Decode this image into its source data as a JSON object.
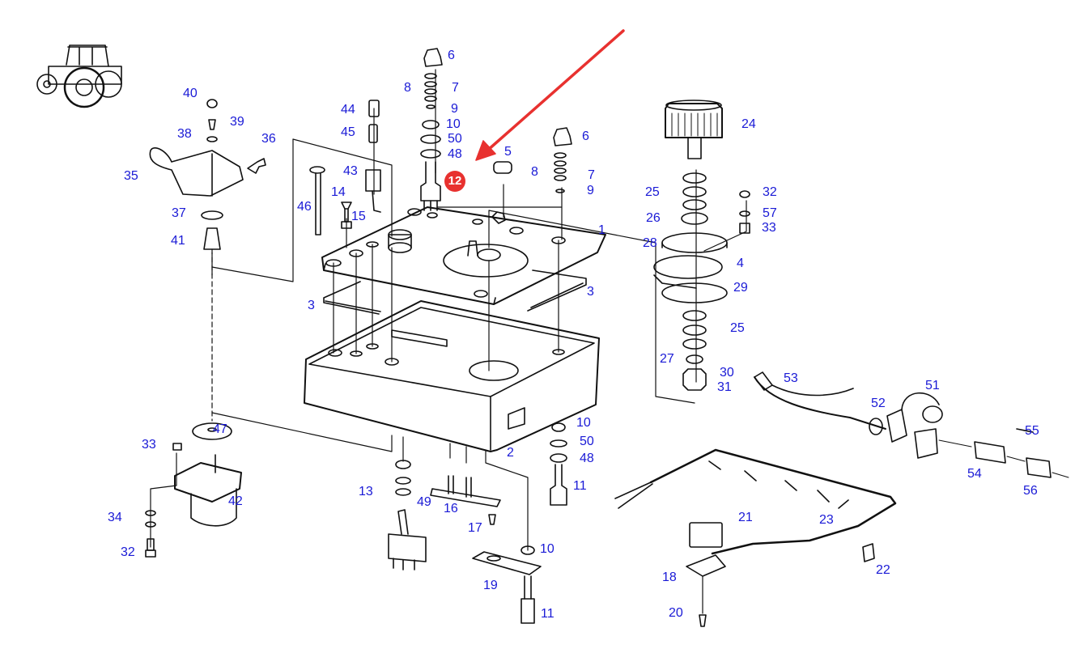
{
  "diagram": {
    "type": "exploded parts diagram",
    "subject": "tractor control console assembly",
    "label_color": "#1a1ad6",
    "highlight": {
      "label": "12",
      "color": "#e8312f",
      "arrow_color": "#e8312f"
    },
    "labels": {
      "p1": "1",
      "p2": "2",
      "p3a": "3",
      "p3b": "3",
      "p4": "4",
      "p5": "5",
      "p6a": "6",
      "p6b": "6",
      "p7a": "7",
      "p7b": "7",
      "p8a": "8",
      "p8b": "8",
      "p9a": "9",
      "p9b": "9",
      "p10a": "10",
      "p10b": "10",
      "p10c": "10",
      "p11a": "11",
      "p11b": "11",
      "p13": "13",
      "p14": "14",
      "p15": "15",
      "p16": "16",
      "p17": "17",
      "p18": "18",
      "p19": "19",
      "p20": "20",
      "p21": "21",
      "p22": "22",
      "p23": "23",
      "p24": "24",
      "p25a": "25",
      "p25b": "25",
      "p26": "26",
      "p27": "27",
      "p28": "28",
      "p29": "29",
      "p30": "30",
      "p31": "31",
      "p32a": "32",
      "p32b": "32",
      "p33a": "33",
      "p33b": "33",
      "p34": "34",
      "p35": "35",
      "p36": "36",
      "p37": "37",
      "p38": "38",
      "p39": "39",
      "p40": "40",
      "p41": "41",
      "p42": "42",
      "p43": "43",
      "p44": "44",
      "p45": "45",
      "p46": "46",
      "p47": "47",
      "p48a": "48",
      "p48b": "48",
      "p49": "49",
      "p50a": "50",
      "p50b": "50",
      "p51": "51",
      "p52": "52",
      "p53": "53",
      "p54": "54",
      "p55": "55",
      "p56": "56",
      "p57": "57"
    },
    "icons": {
      "vehicle": "tractor-icon"
    }
  }
}
